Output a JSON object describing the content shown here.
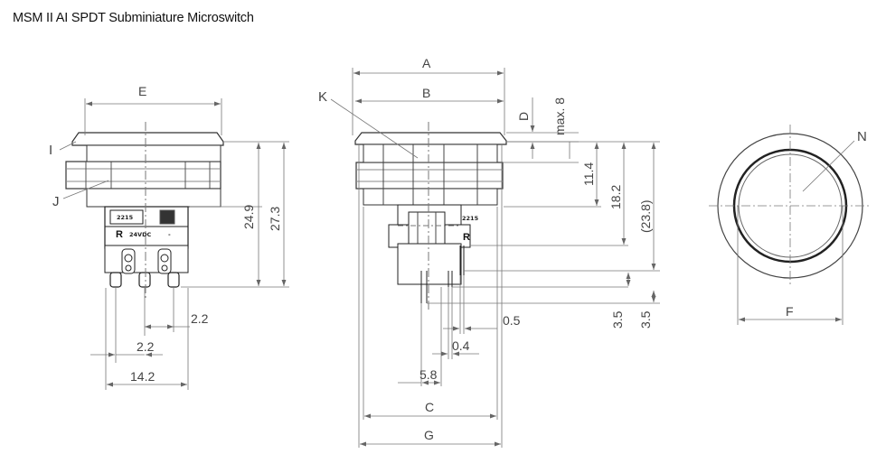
{
  "title": "MSM II AI SPDT Subminiature Microswitch",
  "dimensions": {
    "E": "E",
    "A": "A",
    "B": "B",
    "C": "C",
    "D": "D",
    "F": "F",
    "G": "G",
    "d24_9": "24.9",
    "d27_3": "27.3",
    "d2_2a": "2.2",
    "d2_2b": "2.2",
    "d14_2": "14.2",
    "d5_8": "5.8",
    "d0_4": "0.4",
    "d0_5": "0.5",
    "d3_5a": "3.5",
    "d3_5b": "3.5",
    "d11_4": "11.4",
    "d18_2": "18.2",
    "d23_8": "(23.8)",
    "max8": "max. 8"
  },
  "callouts": {
    "I": "I",
    "J": "J",
    "K": "K",
    "N": "N"
  },
  "body_marks": {
    "code": "2215",
    "R": "R",
    "voltage": "24VDC",
    "dash": "-"
  }
}
